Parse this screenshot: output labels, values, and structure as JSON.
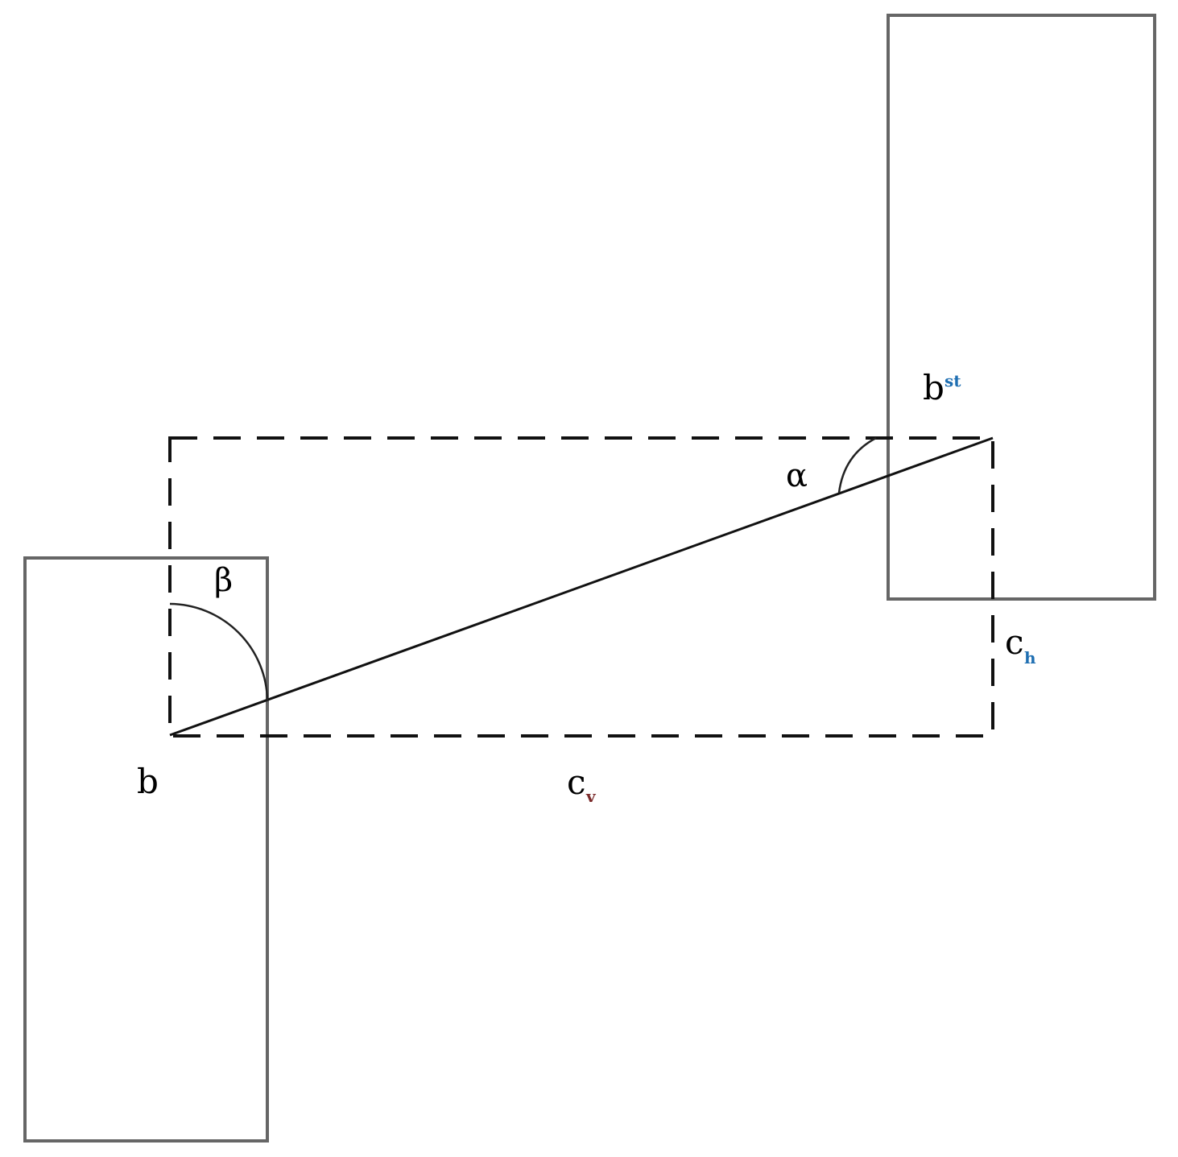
{
  "labels": {
    "b": "b",
    "b_st_base": "b",
    "b_st_sup": "st",
    "alpha": "α",
    "beta": "β",
    "c_h_base": "c",
    "c_h_sub": "h",
    "c_v_base": "c",
    "c_v_sub": "v"
  },
  "colors": {
    "box_stroke": "#666666",
    "line_stroke": "#111111",
    "sub_h": "#1f6fb2",
    "sup_st": "#1f6fb2",
    "sub_v": "#7a2a2a"
  }
}
